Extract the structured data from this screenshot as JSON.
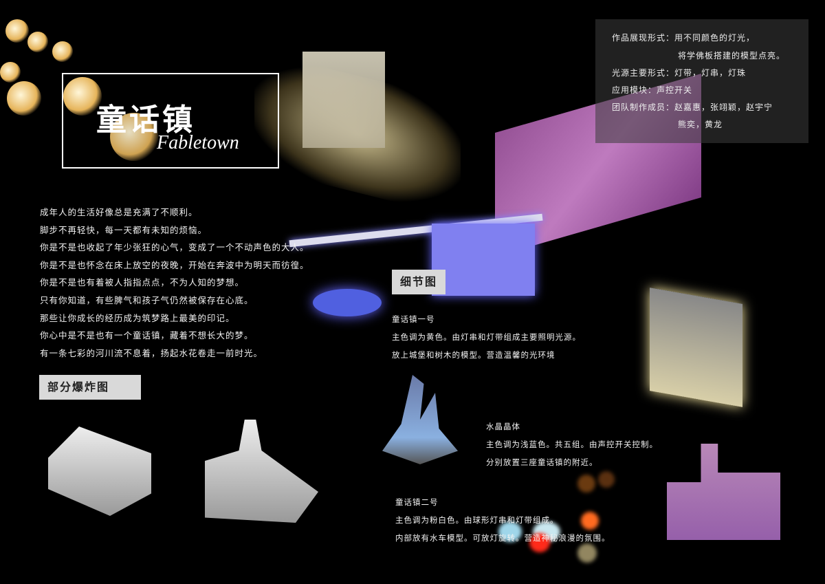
{
  "title": {
    "cn": "童话镇",
    "en": "Fabletown"
  },
  "info": [
    "作品展现形式：用不同颜色的灯光，",
    "将学佛板搭建的模型点亮。",
    "光源主要形式：灯带，灯串，灯珠",
    "应用模块：声控开关",
    "团队制作成员：赵嘉惠，张翊颖，赵宇宁",
    "熊奕，黄龙"
  ],
  "poem": [
    "成年人的生活好像总是充满了不顺利。",
    "脚步不再轻快，每一天都有未知的烦恼。",
    "你是不是也收起了年少张狂的心气，变成了一个不动声色的大人。",
    "你是不是也怀念在床上放空的夜晚，开始在奔波中为明天而彷徨。",
    "你是不是也有着被人指指点点，不为人知的梦想。",
    "只有你知道，有些脾气和孩子气仍然被保存在心底。",
    "那些让你成长的经历成为筑梦路上最美的印记。",
    "你心中是不是也有一个童话镇，藏着不想长大的梦。",
    "有一条七彩的河川流不息着，扬起水花卷走一前时光。"
  ],
  "labels": {
    "detail": "细节图",
    "explode": "部分爆炸图"
  },
  "town1": {
    "title": "童话镇一号",
    "lines": [
      "主色调为黄色。由灯串和灯带组成主要照明光源。",
      "放上城堡和树木的模型。营造温馨的光环境"
    ]
  },
  "crystal": {
    "title": "水晶晶体",
    "lines": [
      "主色调为浅蓝色。共五组。由声控开关控制。",
      "分别放置三座童话镇的附近。"
    ]
  },
  "town2": {
    "title": "童话镇二号",
    "lines": [
      "主色调为粉白色。由球形灯串和灯带组成。",
      "内部放有水车模型。可放灯旋转。营造神秘浪漫的氛围。"
    ]
  },
  "colors": {
    "yellow": "#e8d9a8",
    "pink": "#c070c0",
    "blue": "#7070ff",
    "label_bg": "#d9d9d9"
  }
}
